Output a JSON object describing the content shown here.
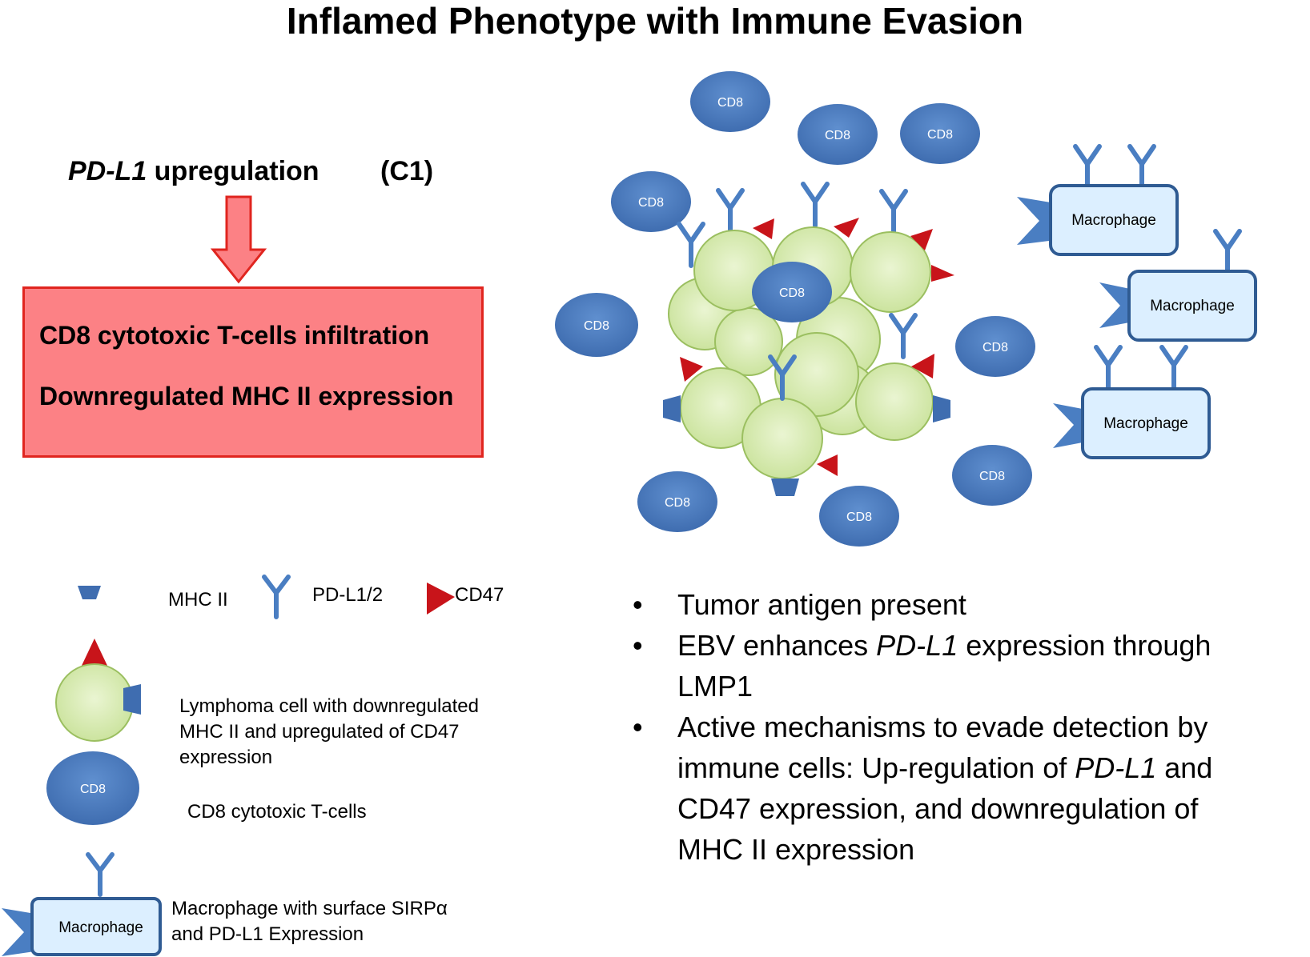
{
  "title": "Inflamed Phenotype with Immune Evasion",
  "upregulation": {
    "gene": "PD-L1",
    "text": " upregulation",
    "code": "(C1)"
  },
  "red_box": {
    "line1": "CD8 cytotoxic T-cells infiltration",
    "line2": "Downregulated MHC II expression"
  },
  "cell_labels": {
    "cd8": "CD8",
    "macrophage": "Macrophage"
  },
  "legend": {
    "mhc2": "MHC II",
    "pdl12": "PD-L1/2",
    "cd47": "CD47",
    "lymphoma_l1": "Lymphoma cell with downregulated",
    "lymphoma_l2": "MHC II and upregulated of CD47",
    "lymphoma_l3": "expression",
    "cd8_desc": "CD8 cytotoxic T-cells",
    "macro_l1": "Macrophage with surface SIRPα",
    "macro_l2": "and PD-L1 Expression"
  },
  "bullets": {
    "b1": "Tumor antigen present",
    "b2_pre": "EBV enhances ",
    "b2_gene": "PD-L1",
    "b2_post": " expression through",
    "b2_l2": "LMP1",
    "b3_l1": "Active mechanisms to evade detection by",
    "b3_l2_pre": "immune cells: Up-regulation of ",
    "b3_l2_gene": "PD-L1",
    "b3_l2_post": " and",
    "b3_l3": "CD47 expression, and downregulation of",
    "b3_l4": "MHC II expression"
  },
  "colors": {
    "cd8_fill": "#4f7ebf",
    "lymphoma_fill": "#d9edb4",
    "receptor_blue": "#4a7ec2",
    "cd47_red": "#c8141a",
    "macrophage_fill": "#dcefff",
    "box_fill": "#fc8185",
    "box_border": "#e0251f"
  }
}
